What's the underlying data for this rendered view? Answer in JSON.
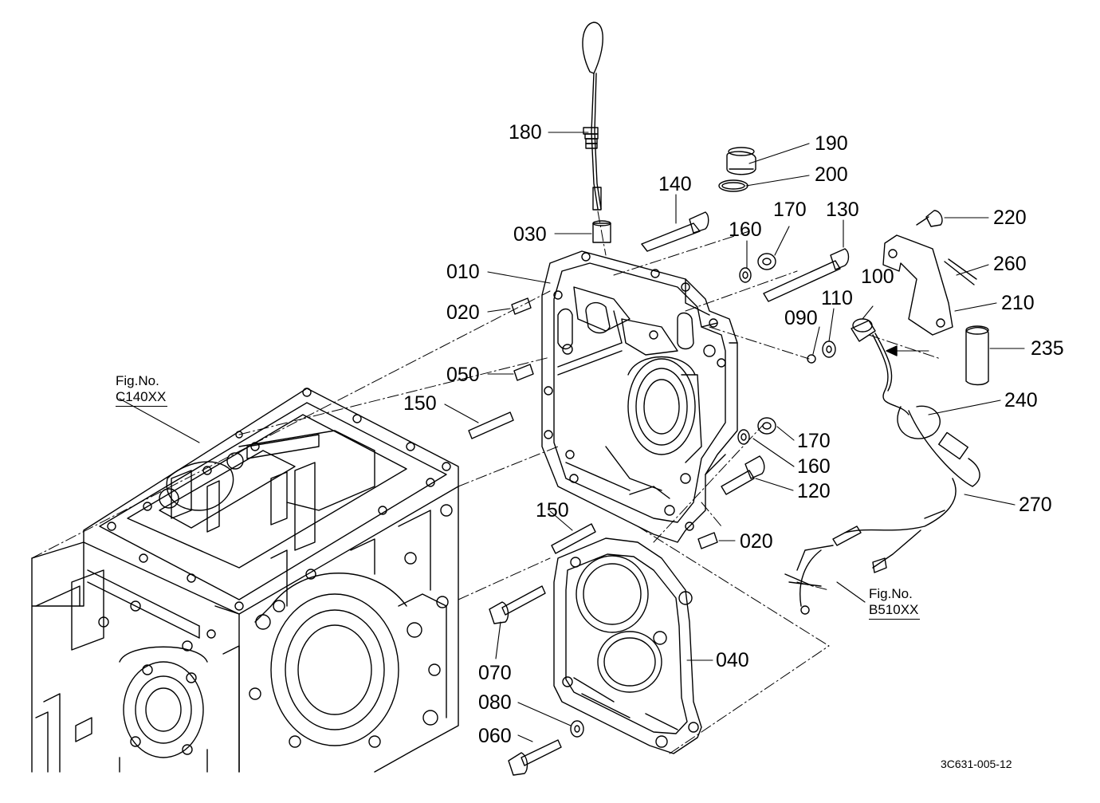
{
  "diagram": {
    "part_labels": {
      "p180": "180",
      "p190": "190",
      "p200": "200",
      "p140": "140",
      "p170a": "170",
      "p130": "130",
      "p220": "220",
      "p160a": "160",
      "p030": "030",
      "p010": "010",
      "p020a": "020",
      "p100": "100",
      "p260": "260",
      "p110": "110",
      "p210": "210",
      "p090": "090",
      "p235": "235",
      "p050": "050",
      "p240": "240",
      "p150a": "150",
      "p170b": "170",
      "p160b": "160",
      "p120": "120",
      "p270": "270",
      "p150b": "150",
      "p020b": "020",
      "p040": "040",
      "p070": "070",
      "p080": "080",
      "p060": "060"
    },
    "fig_refs": {
      "left": {
        "line1": "Fig.No.",
        "line2": "C140XX"
      },
      "right": {
        "line1": "Fig.No.",
        "line2": "B510XX"
      }
    },
    "drawing_code": "3C631-005-12"
  }
}
